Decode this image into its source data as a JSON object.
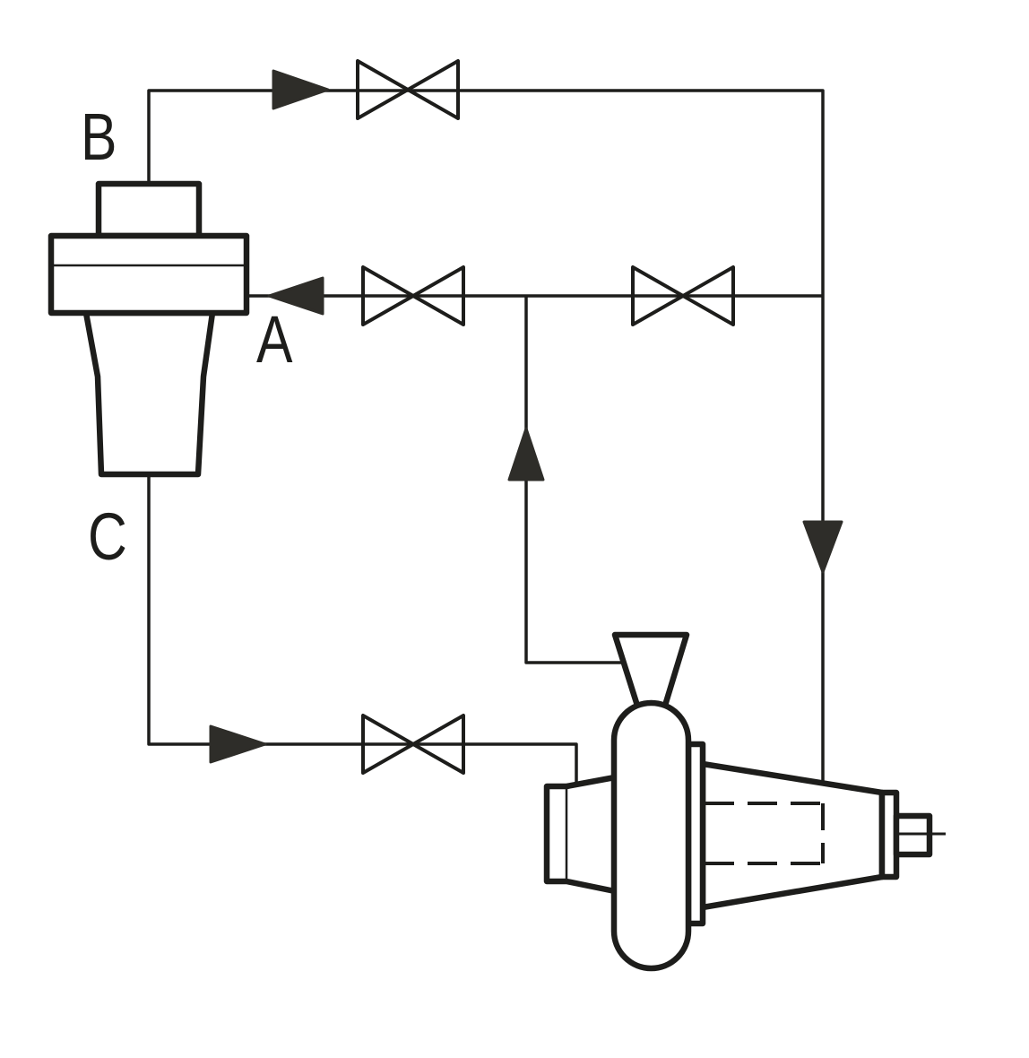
{
  "diagram": {
    "labels": {
      "port_b": "B",
      "port_a": "A",
      "port_c": "C"
    },
    "colors": {
      "background": "#ffffff",
      "line": "#1d1d1b",
      "arrow-fill": "#2e2d29"
    }
  }
}
